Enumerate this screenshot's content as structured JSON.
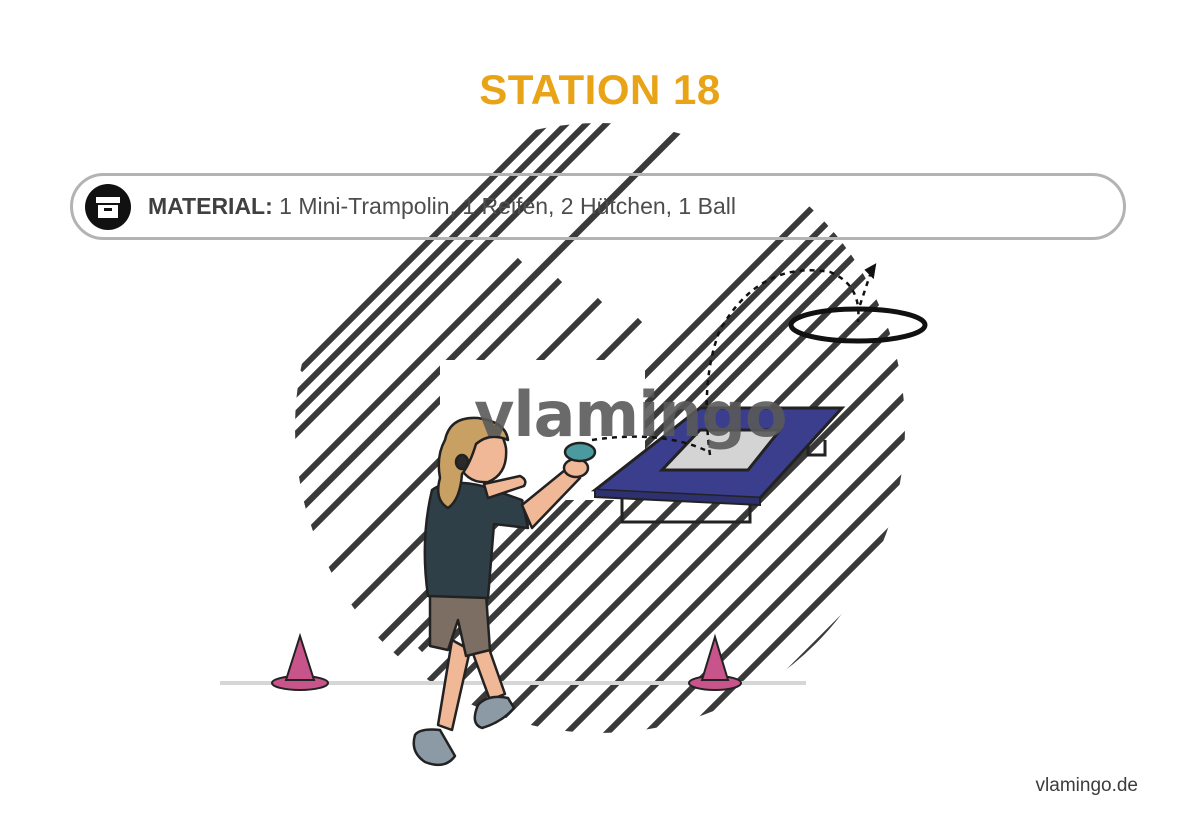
{
  "page": {
    "title": "STATION 18",
    "title_color": "#E8A317"
  },
  "material": {
    "icon": "archive-box-icon",
    "label": "MATERIAL:",
    "items_text": " 1 Mini-Trampolin, 1 Reifen, 2 Hütchen, 1 Ball"
  },
  "watermark": {
    "text": "vlamingo"
  },
  "footer": {
    "site": "vlamingo.de"
  },
  "colors": {
    "trampoline": "#3b3e8c",
    "cone": "#c7548a",
    "shirt": "#2f3f48",
    "hair": "#c9a064",
    "ball": "#4a9aa0",
    "border": "#b3b3b3"
  }
}
